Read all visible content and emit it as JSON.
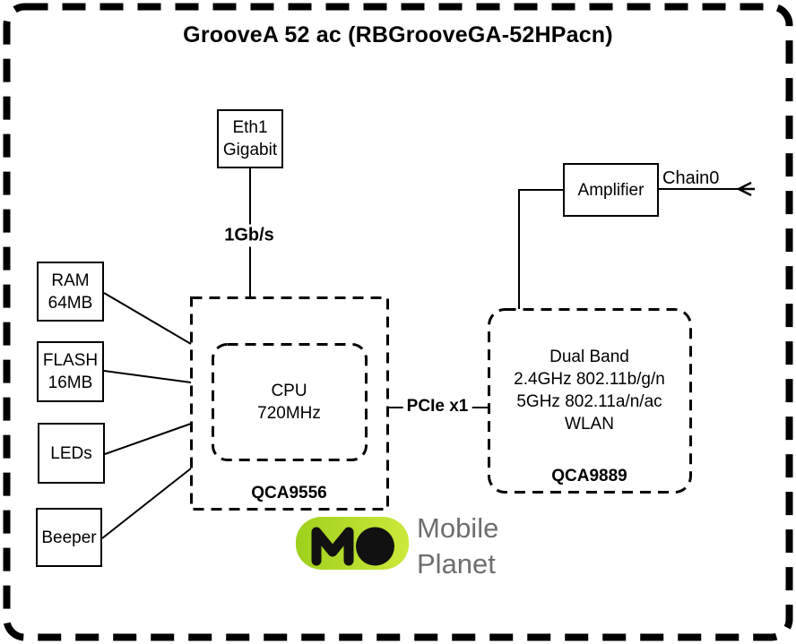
{
  "title": "GrooveA 52 ac (RBGrooveGA-52HPacn)",
  "blocks": {
    "eth1": {
      "line1": "Eth1",
      "line2": "Gigabit"
    },
    "ram": {
      "line1": "RAM",
      "line2": "64MB"
    },
    "flash": {
      "line1": "FLASH",
      "line2": "16MB"
    },
    "leds": {
      "label": "LEDs"
    },
    "beeper": {
      "label": "Beeper"
    },
    "cpu": {
      "line1": "CPU",
      "line2": "720MHz",
      "chip": "QCA9556"
    },
    "wlan": {
      "line1": "Dual Band",
      "line2": "2.4GHz 802.11b/g/n",
      "line3": "5GHz 802.11a/n/ac",
      "line4": "WLAN",
      "chip": "QCA9889"
    },
    "amplifier": {
      "label": "Amplifier"
    }
  },
  "links": {
    "eth_speed": "1Gb/s",
    "pcie": "PCIe x1",
    "chain": "Chain0"
  },
  "logo": {
    "monogram": "MO",
    "name_line1": "Mobile",
    "name_line2": "Planet",
    "badge_color_left": "#9fd01d",
    "badge_color_right": "#cbe93b",
    "mark_color": "#111111",
    "text_color": "#6e6e6e"
  },
  "colors": {
    "line": "#000000",
    "background": "#ffffff"
  }
}
